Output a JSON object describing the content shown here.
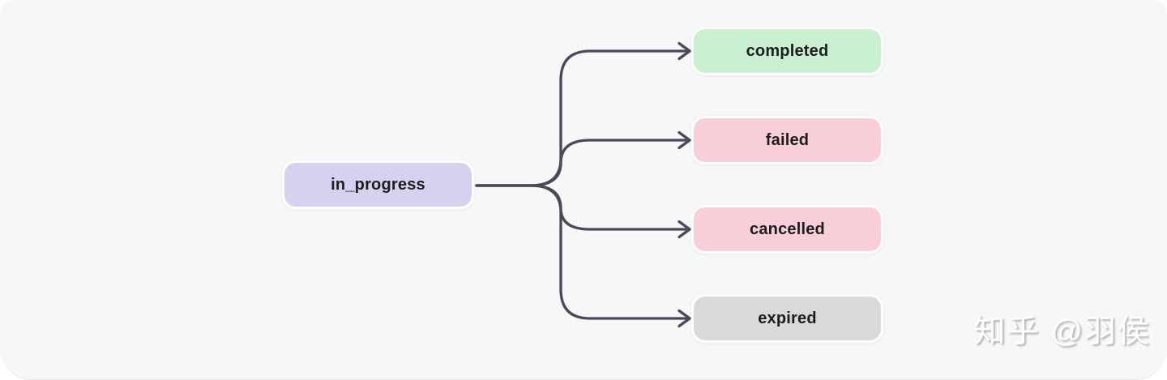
{
  "diagram": {
    "type": "state-flow",
    "nodes": {
      "source": {
        "id": "in_progress",
        "label": "in_progress",
        "fill": "#d7d1f0"
      },
      "targets": [
        {
          "id": "completed",
          "label": "completed",
          "fill": "#c9f0d1"
        },
        {
          "id": "failed",
          "label": "failed",
          "fill": "#f8ced8"
        },
        {
          "id": "cancelled",
          "label": "cancelled",
          "fill": "#f8ced8"
        },
        {
          "id": "expired",
          "label": "expired",
          "fill": "#d9d9da"
        }
      ]
    },
    "edges": [
      {
        "from": "in_progress",
        "to": "completed"
      },
      {
        "from": "in_progress",
        "to": "failed"
      },
      {
        "from": "in_progress",
        "to": "cancelled"
      },
      {
        "from": "in_progress",
        "to": "expired"
      }
    ],
    "colors": {
      "edge": "#484a5b",
      "node_text": "#1b1d1e",
      "node_border": "#ffffff",
      "canvas_background": "#f7f7f8",
      "page_background": "#ffffff"
    }
  },
  "watermark": {
    "text": "知乎 @羽侯",
    "color": "#ffffff"
  }
}
